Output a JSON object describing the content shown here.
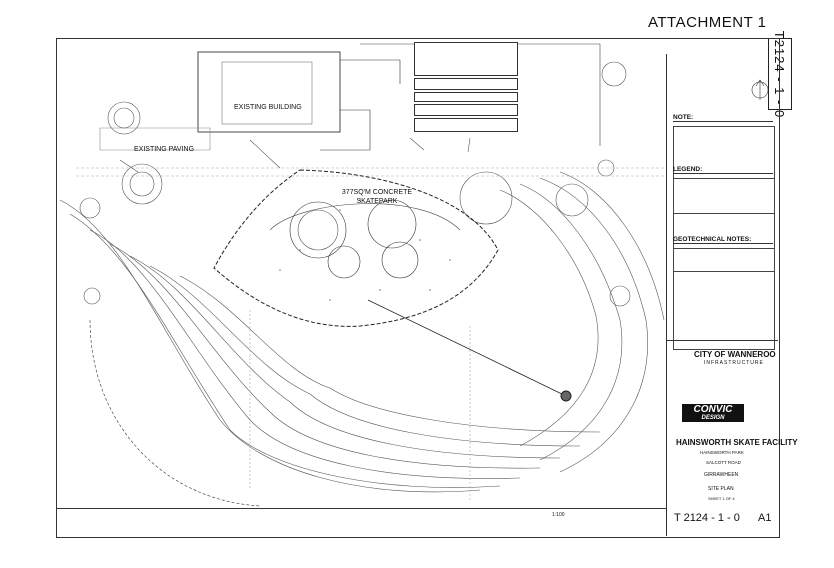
{
  "attachment": "ATTACHMENT 1",
  "drawing_tag": "T2124 - 1 - 0",
  "labels": {
    "existing_building": "EXISTING BUILDING",
    "existing_paving": "EXISTING PAVING",
    "skatepark": "377SQ'M CONCRETE SKATEPARK"
  },
  "panel": {
    "note_title": "NOTE:",
    "legend_title": "LEGEND:",
    "geo_title": "GEOTECHNICAL NOTES:"
  },
  "title_block": {
    "council": "CITY OF WANNEROO",
    "dept": "INFRASTRUCTURE",
    "logo_main": "CONVIC",
    "logo_sub": "DESIGN",
    "project": "HAINSWORTH SKATE FACILITY",
    "park": "HAINSWORTH PARK",
    "road": "SALCOTT ROAD",
    "suburb": "GIRRAWHEEN",
    "sheet_title": "SITE PLAN",
    "sheet_no": "SHEET 1 OF 4",
    "scale": "1:100",
    "drawing_no": "T 2124 - 1 - 0",
    "size": "A1"
  }
}
